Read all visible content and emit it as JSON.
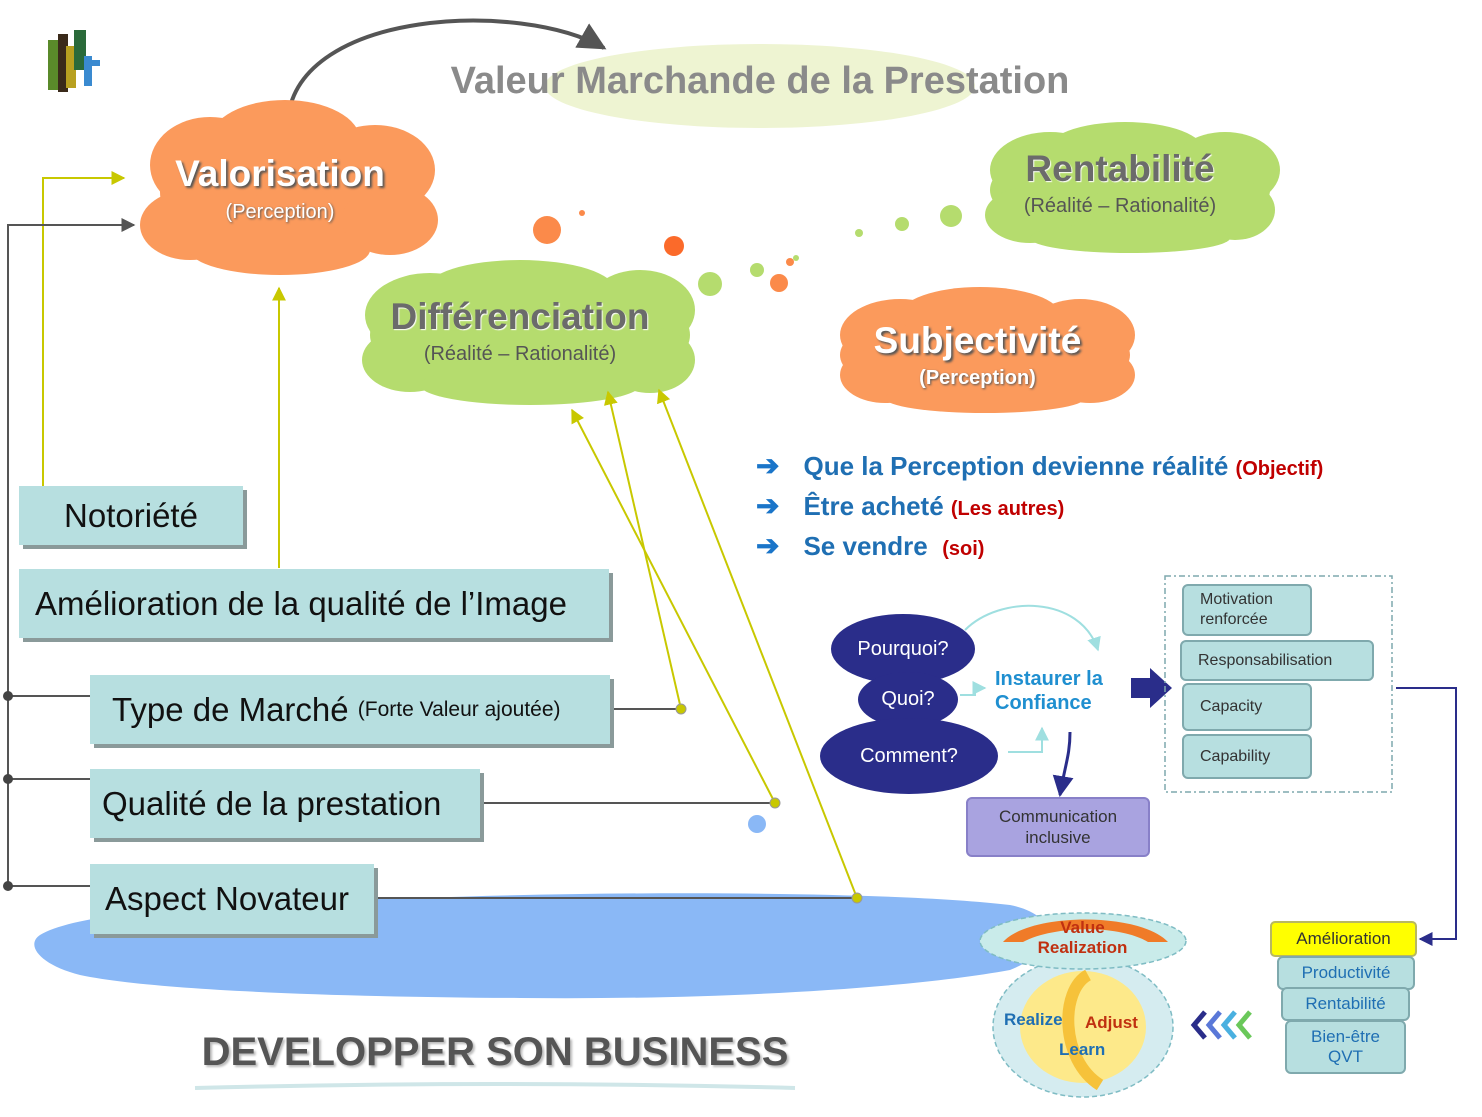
{
  "title": "Valeur Marchande de la Prestation",
  "clouds": {
    "valorisation": {
      "title": "Valorisation",
      "sub": "(Perception)"
    },
    "differenciation": {
      "title": "Différenciation",
      "sub": "(Réalité – Rationalité)"
    },
    "rentabilite": {
      "title": "Rentabilité",
      "sub": "(Réalité – Rationalité)"
    },
    "subjectivite": {
      "title": "Subjectivité",
      "sub": "(Perception)"
    }
  },
  "objectives": [
    {
      "text": "Que la Perception devienne réalité",
      "note": "(Objectif)"
    },
    {
      "text": "Être acheté",
      "note": "(Les autres)"
    },
    {
      "text": "Se vendre",
      "note": "(soi)"
    }
  ],
  "factors": {
    "notoriete": "Notoriété",
    "amelioration_image": "Amélioration de la qualité de l’Image",
    "type_marche": "Type de Marché",
    "type_marche_note": "(Forte Valeur ajoutée)",
    "qualite_prestation": "Qualité de la prestation",
    "aspect_novateur": "Aspect Novateur"
  },
  "footer_title": "DEVELOPPER SON BUSINESS",
  "questions": [
    "Pourquoi?",
    "Quoi?",
    "Comment?"
  ],
  "confiance": "Instaurer la Confiance",
  "communication": "Communication inclusive",
  "outcomes": [
    "Motivation renforcée",
    "Responsabilisation",
    "Capacity",
    "Capability"
  ],
  "amelioration": {
    "header": "Amélioration",
    "items": [
      "Productivité",
      "Rentabilité",
      "Bien-être QVT"
    ]
  },
  "value_cycle": {
    "top": "Value Realization",
    "realize": "Realize",
    "adjust": "Adjust",
    "learn": "Learn"
  },
  "colors": {
    "orange_cloud": "#fb9a5c",
    "green_cloud": "#b5dc6e",
    "box": "#b7dfe0",
    "navy": "#2a2d8a",
    "blue_text": "#1f6fb3",
    "red_text": "#c00000",
    "yellow": "#ffff00"
  }
}
